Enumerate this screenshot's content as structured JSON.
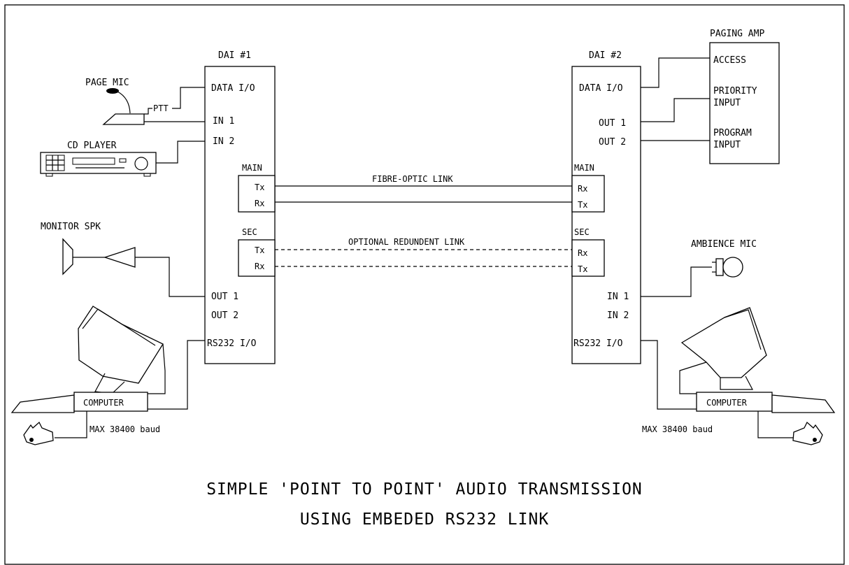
{
  "title": {
    "line1": "SIMPLE 'POINT TO POINT' AUDIO TRANSMISSION",
    "line2": "USING EMBEDED RS232 LINK"
  },
  "dai1": {
    "name": "DAI #1",
    "data_io": "DATA I/O",
    "in1": "IN 1",
    "in2": "IN 2",
    "out1": "OUT 1",
    "out2": "OUT 2",
    "rs232": "RS232 I/O"
  },
  "dai2": {
    "name": "DAI #2",
    "data_io": "DATA I/O",
    "out1": "OUT 1",
    "out2": "OUT 2",
    "in1": "IN 1",
    "in2": "IN 2",
    "rs232": "RS232 I/O"
  },
  "ports": {
    "main": "MAIN",
    "sec": "SEC",
    "tx": "Tx",
    "rx": "Rx"
  },
  "links": {
    "fibre": "FIBRE-OPTIC LINK",
    "redundant": "OPTIONAL REDUNDENT LINK"
  },
  "devices": {
    "page_mic": "PAGE MIC",
    "ptt": "PTT",
    "cd_player": "CD PLAYER",
    "monitor_spk": "MONITOR SPK",
    "ambience_mic": "AMBIENCE MIC",
    "paging_amp": "PAGING AMP",
    "access": "ACCESS",
    "priority_l1": "PRIORITY",
    "priority_l2": "INPUT",
    "program_l1": "PROGRAM",
    "program_l2": "INPUT",
    "computer": "COMPUTER",
    "baud": "MAX 38400 baud"
  }
}
